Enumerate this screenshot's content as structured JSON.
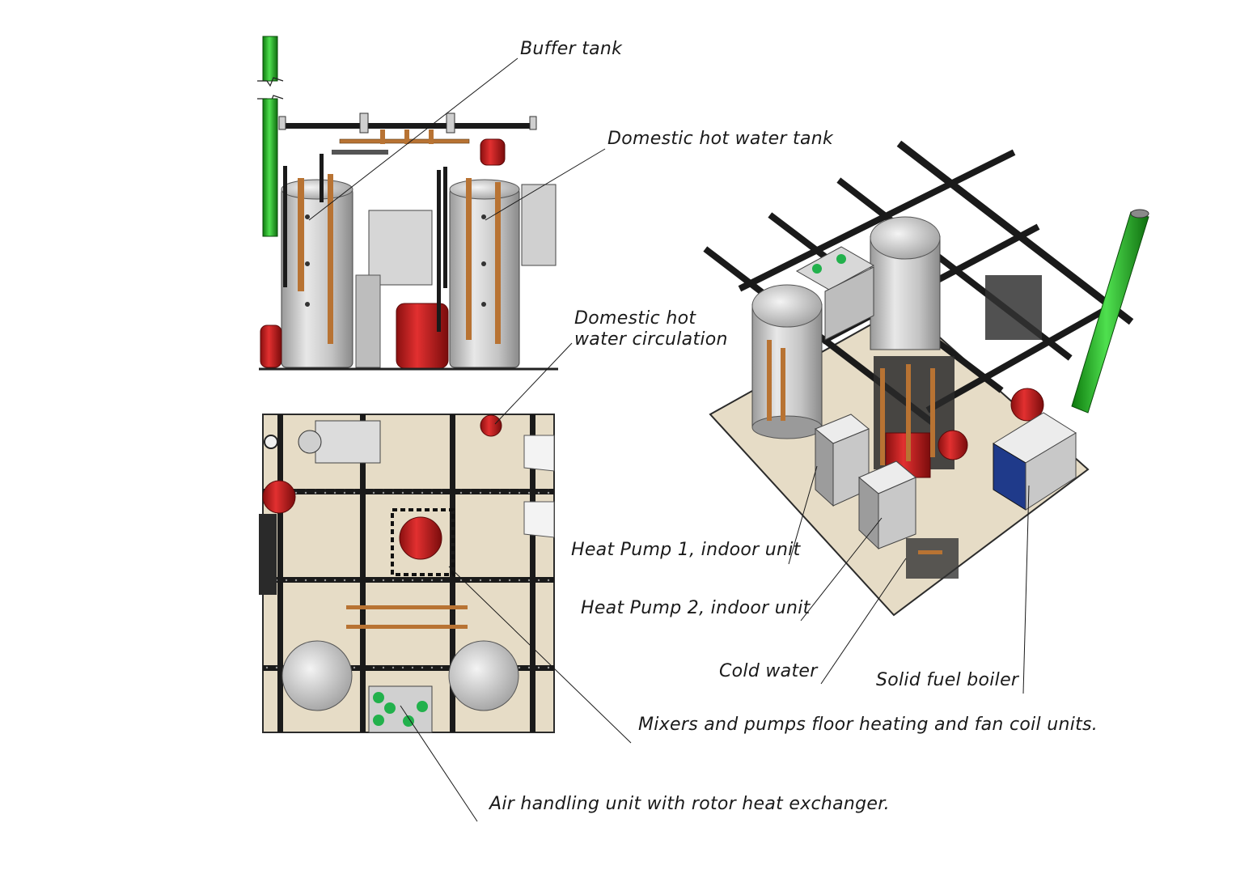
{
  "labels": {
    "buffer_tank": "Buffer tank",
    "dhw_tank": "Domestic hot water tank",
    "dhw_circulation_line1": "Domestic hot",
    "dhw_circulation_line2": "water circulation",
    "heat_pump_1": "Heat Pump 1, indoor unit",
    "heat_pump_2": "Heat Pump 2, indoor unit",
    "cold_water": "Cold water",
    "solid_fuel_boiler": "Solid fuel boiler",
    "mixers_pumps": "Mixers and pumps floor heating and fan coil units.",
    "air_handling_unit": "Air handling unit with rotor heat exchanger."
  },
  "colors": {
    "floor": "#e6dcc6",
    "floor_edge": "#2b2b2b",
    "tank_grey": "#c8c8c8",
    "expansion_vessel_red": "#c81e1e",
    "chimney_green": "#2db82d",
    "steel_frame": "#1a1a1a",
    "copper_pipe": "#b87333",
    "boiler_blue": "#1f3a8a",
    "ahu_fan_green": "#22b14c"
  }
}
